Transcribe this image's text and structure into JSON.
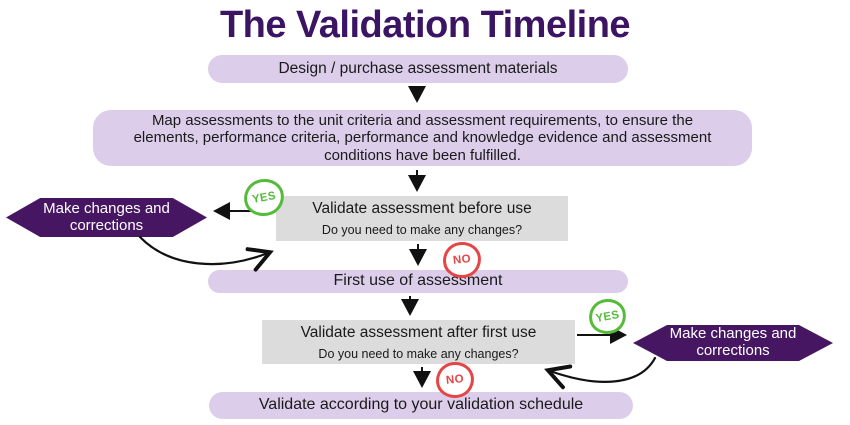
{
  "title": "The Validation Timeline",
  "steps": {
    "design": "Design / purchase assessment materials",
    "map": "Map assessments to the unit criteria and assessment requirements, to ensure the elements, performance criteria, performance and knowledge evidence and assessment conditions have been fulfilled.",
    "validate_before": {
      "heading": "Validate assessment before use",
      "question": "Do you need to make any changes?"
    },
    "first_use": "First use of assessment",
    "validate_after": {
      "heading": "Validate assessment after first use",
      "question": "Do you need to make any changes?"
    },
    "schedule": "Validate according to your validation schedule"
  },
  "actions": {
    "left": "Make changes and corrections",
    "right": "Make changes and corrections"
  },
  "decisions": {
    "yes": "YES",
    "no": "NO"
  },
  "colors": {
    "title": "#3b1464",
    "lavender_box": "#dccdea",
    "gray_box": "#dcdcdc",
    "purple_hexagon": "#471663",
    "yes_green": "#55bb3a",
    "no_red": "#e64545",
    "arrow_black": "#111111"
  }
}
